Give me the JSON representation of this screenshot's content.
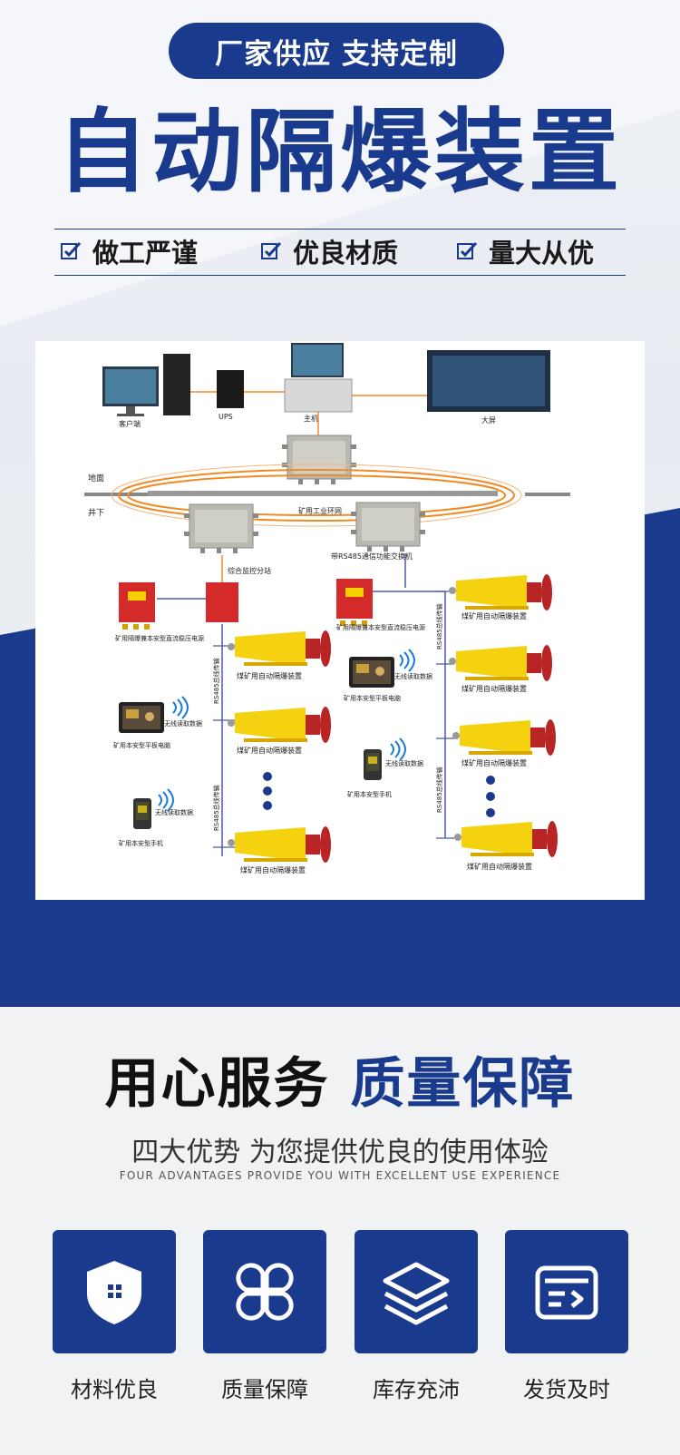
{
  "header": {
    "pill_text": "厂家供应 支持定制",
    "main_title": "自动隔爆装置"
  },
  "features": [
    "做工严谨",
    "优良材质",
    "量大从优"
  ],
  "diagram": {
    "labels": {
      "client": "客户端",
      "ups": "UPS",
      "host": "主机",
      "bigscreen": "大屏",
      "ground": "地面",
      "underground": "井下",
      "ring": "矿用工业环网",
      "substation": "综合监控分站",
      "switch": "带RS485通信功能交换机",
      "psu_left": "矿用隔爆兼本安型直流稳压电源",
      "psu_right": "矿用隔爆兼本安型直流稳压电源",
      "bus": "RS485总线传输",
      "device": "煤矿用自动隔爆装置",
      "wireless": "无线读取数据",
      "tablet": "矿用本安型平板电脑",
      "phone": "矿用本安型手机"
    }
  },
  "section2": {
    "title_black": "用心服务",
    "title_blue": "质量保障",
    "subtitle": "四大优势 为您提供优良的使用体验",
    "subtitle_en": "FOUR ADVANTAGES PROVIDE YOU WITH EXCELLENT USE EXPERIENCE"
  },
  "advantages": [
    {
      "label": "材料优良",
      "icon": "shield-icon"
    },
    {
      "label": "质量保障",
      "icon": "clover-icon"
    },
    {
      "label": "库存充沛",
      "icon": "layers-icon"
    },
    {
      "label": "发货及时",
      "icon": "box-arrow-icon"
    }
  ],
  "colors": {
    "brand_blue": "#1a3a8e"
  }
}
